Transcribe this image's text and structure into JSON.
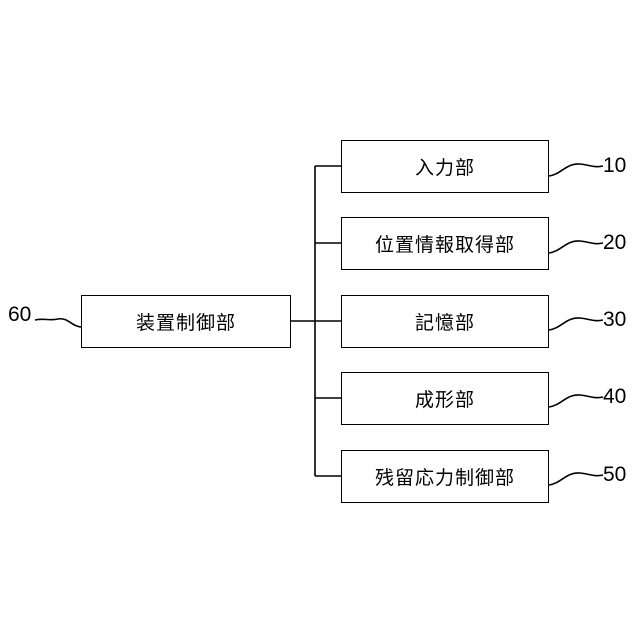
{
  "controller": {
    "label": "装置制御部",
    "ref": "60"
  },
  "units": [
    {
      "label": "入力部",
      "ref": "10"
    },
    {
      "label": "位置情報取得部",
      "ref": "20"
    },
    {
      "label": "記憶部",
      "ref": "30"
    },
    {
      "label": "成形部",
      "ref": "40"
    },
    {
      "label": "残留応力制御部",
      "ref": "50"
    }
  ]
}
